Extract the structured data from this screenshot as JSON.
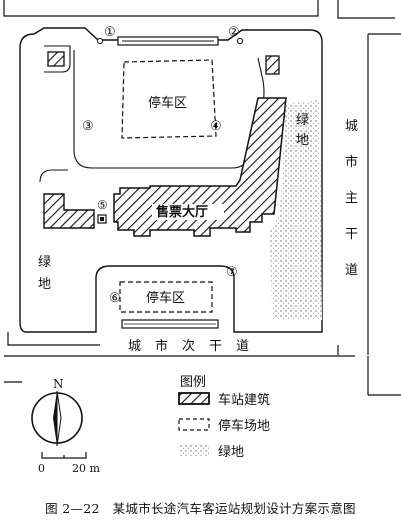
{
  "caption": "图 2—22　某城市长途汽车客运站规划设计方案示意图",
  "markers": [
    "①",
    "②",
    "③",
    "④",
    "⑤",
    "⑥",
    "⑦"
  ],
  "labels": {
    "parking_north": "停车区",
    "parking_south": "停车区",
    "ticket_hall": "售票大厅",
    "green_east": [
      "绿",
      "地"
    ],
    "green_west": [
      "绿",
      "地"
    ],
    "main_road": [
      "城",
      "市",
      "主",
      "干",
      "道"
    ],
    "minor_road": [
      "城",
      "市",
      "次",
      "干",
      "道"
    ]
  },
  "compass": {
    "north": "N"
  },
  "scale": {
    "start": "0",
    "end": "20 m"
  },
  "legend": {
    "title": "图例",
    "items": [
      "车站建筑",
      "停车场地",
      "绿地"
    ]
  },
  "icons": [
    "north-arrow-icon",
    "scale-bar-icon"
  ]
}
